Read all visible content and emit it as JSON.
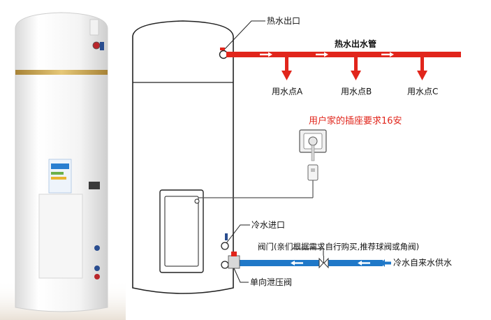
{
  "labels": {
    "hot_water_outlet": "热水出口",
    "hot_water_pipe": "热水出水管",
    "point_a": "用水点A",
    "point_b": "用水点B",
    "point_c": "用水点C",
    "socket_requirement": "用户家的插座要求16安",
    "cold_water_inlet": "冷水进口",
    "valve_note": "阀门(亲们根据需求自行购买,推荐球阀或角阀)",
    "cold_supply": "冷水自来水供水",
    "relief_valve": "单向泄压阀"
  },
  "colors": {
    "hot_pipe": "#e1251b",
    "cold_pipe": "#1f78c8",
    "socket_text": "#e1251b",
    "outline": "#222222",
    "gold_band": "#c8a24a"
  }
}
